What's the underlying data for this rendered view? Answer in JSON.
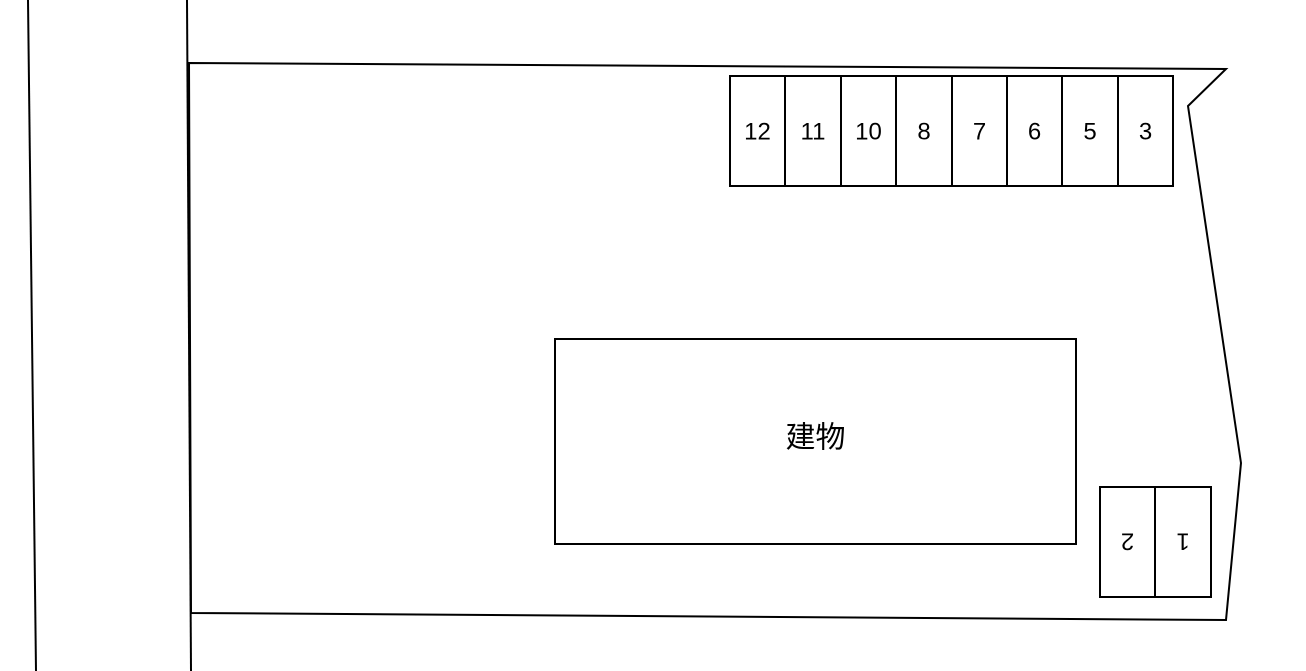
{
  "colors": {
    "line": "#000000",
    "background": "#ffffff"
  },
  "building": {
    "label": "建物"
  },
  "parking_top": {
    "labels": [
      "12",
      "11",
      "10",
      "8",
      "7",
      "6",
      "5",
      "3"
    ]
  },
  "parking_bottom": {
    "labels": [
      "2",
      "1"
    ],
    "rotated": true
  }
}
